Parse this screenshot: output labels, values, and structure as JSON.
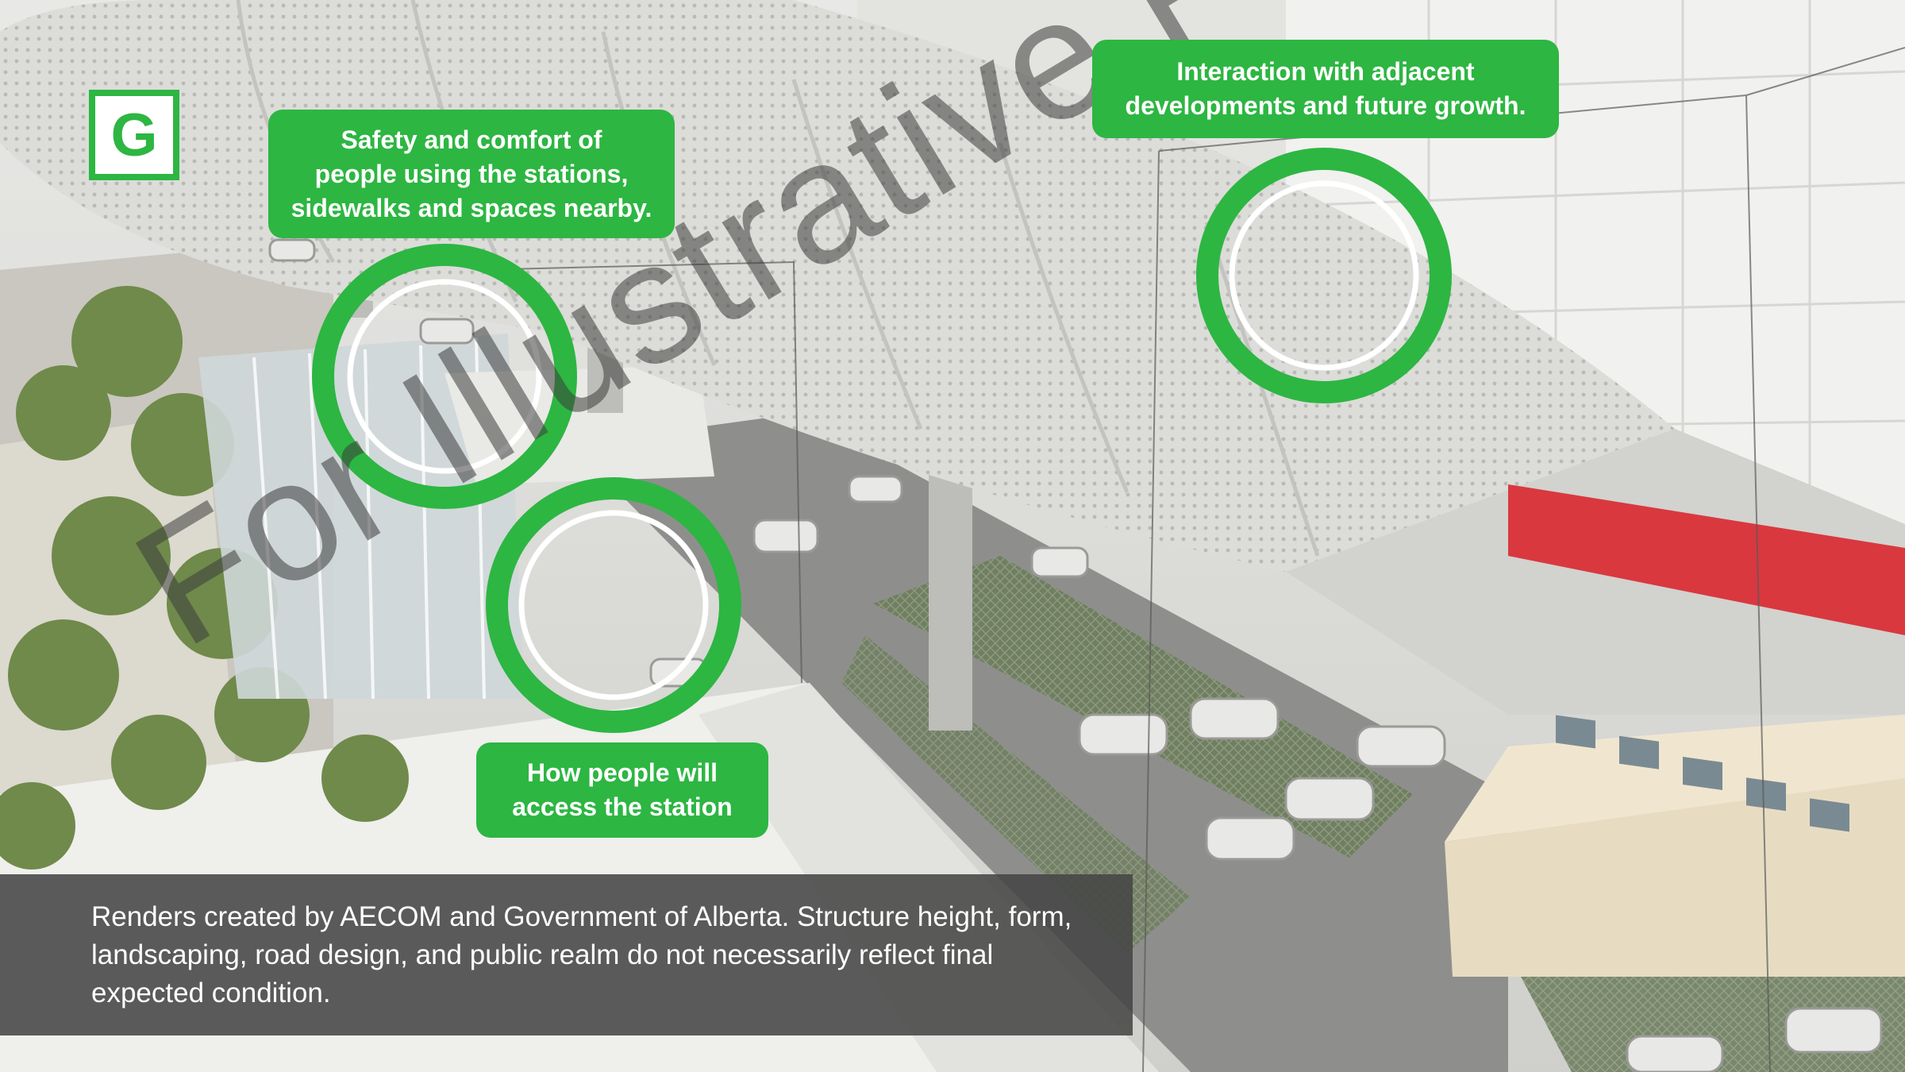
{
  "badge": {
    "letter": "G"
  },
  "callouts": {
    "safety": "Safety and comfort of\npeople using the stations,\nsidewalks and spaces nearby.",
    "interaction": "Interaction with adjacent\ndevelopments and future growth.",
    "access": "How people will\naccess the station"
  },
  "caption": "Renders created by AECOM and Government of Alberta. Structure height, form, landscaping, road design, and public realm do not necessarily reflect final expected condition.",
  "watermark": "For Illustrative Purposes",
  "colors": {
    "accent": "#2db642",
    "caption_bg": "#464646",
    "train": "#d9383f"
  }
}
